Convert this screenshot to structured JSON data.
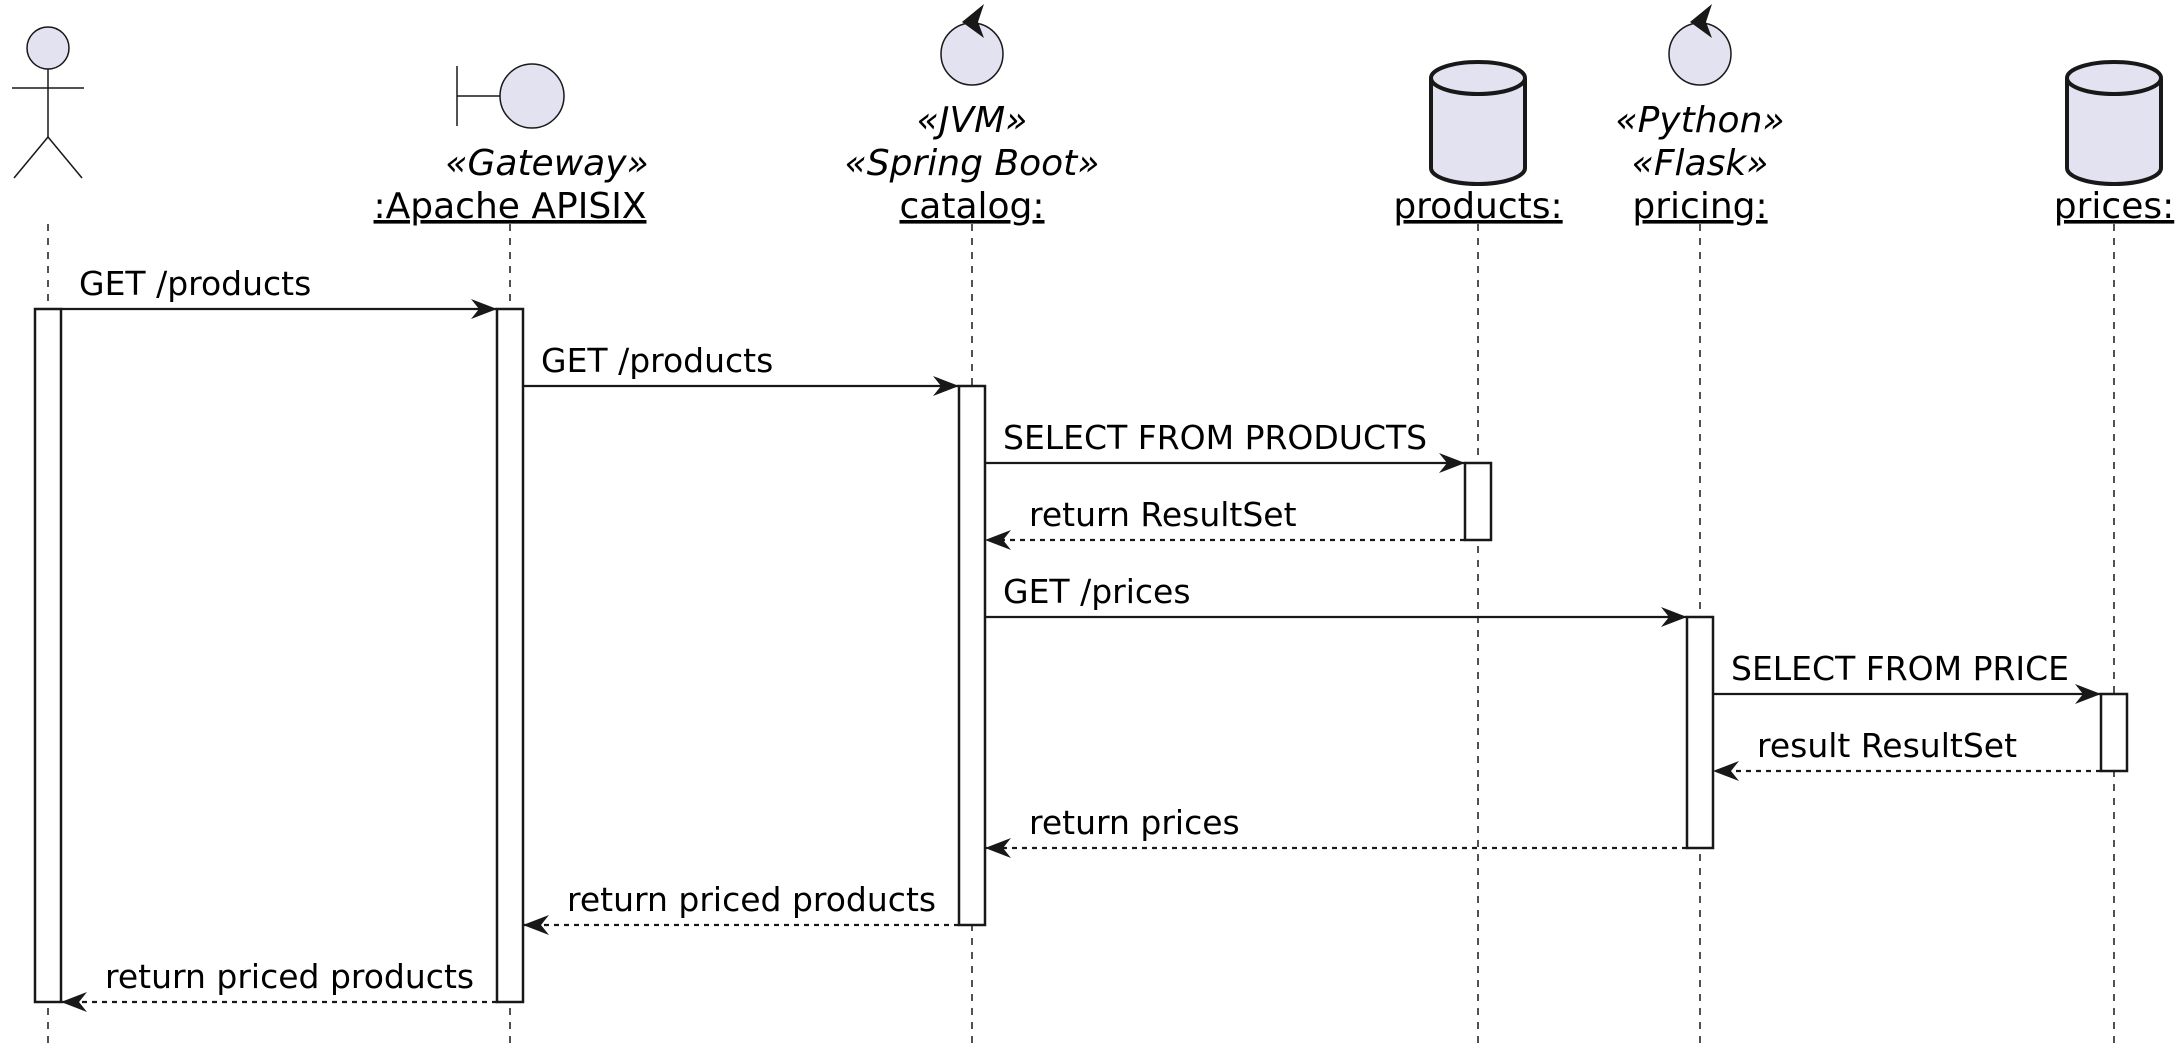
{
  "diagram": {
    "participants": [
      {
        "id": "user",
        "kind": "actor",
        "stereotypes": [],
        "name": ""
      },
      {
        "id": "gateway",
        "kind": "boundary",
        "stereotypes": [
          "«Gateway»"
        ],
        "name": ":Apache APISIX"
      },
      {
        "id": "catalog",
        "kind": "control",
        "stereotypes": [
          "«JVM»",
          "«Spring Boot»"
        ],
        "name": "catalog:"
      },
      {
        "id": "products",
        "kind": "database",
        "stereotypes": [],
        "name": "products:"
      },
      {
        "id": "pricing",
        "kind": "control",
        "stereotypes": [
          "«Python»",
          "«Flask»"
        ],
        "name": "pricing:"
      },
      {
        "id": "prices",
        "kind": "database",
        "stereotypes": [],
        "name": "prices:"
      }
    ],
    "messages": [
      {
        "from": "user",
        "to": "gateway",
        "label": "GET /products",
        "style": "sync"
      },
      {
        "from": "gateway",
        "to": "catalog",
        "label": "GET /products",
        "style": "sync"
      },
      {
        "from": "catalog",
        "to": "products",
        "label": "SELECT FROM PRODUCTS",
        "style": "sync"
      },
      {
        "from": "products",
        "to": "catalog",
        "label": "return ResultSet",
        "style": "return"
      },
      {
        "from": "catalog",
        "to": "pricing",
        "label": "GET /prices",
        "style": "sync"
      },
      {
        "from": "pricing",
        "to": "prices",
        "label": "SELECT FROM PRICE",
        "style": "sync"
      },
      {
        "from": "prices",
        "to": "pricing",
        "label": "result ResultSet",
        "style": "return"
      },
      {
        "from": "pricing",
        "to": "catalog",
        "label": "return prices",
        "style": "return"
      },
      {
        "from": "catalog",
        "to": "gateway",
        "label": "return priced products",
        "style": "return"
      },
      {
        "from": "gateway",
        "to": "user",
        "label": "return priced products",
        "style": "return"
      }
    ],
    "colors": {
      "participant_fill": "#e2e2f0",
      "line": "#181818",
      "activation_fill": "#ffffff"
    }
  }
}
